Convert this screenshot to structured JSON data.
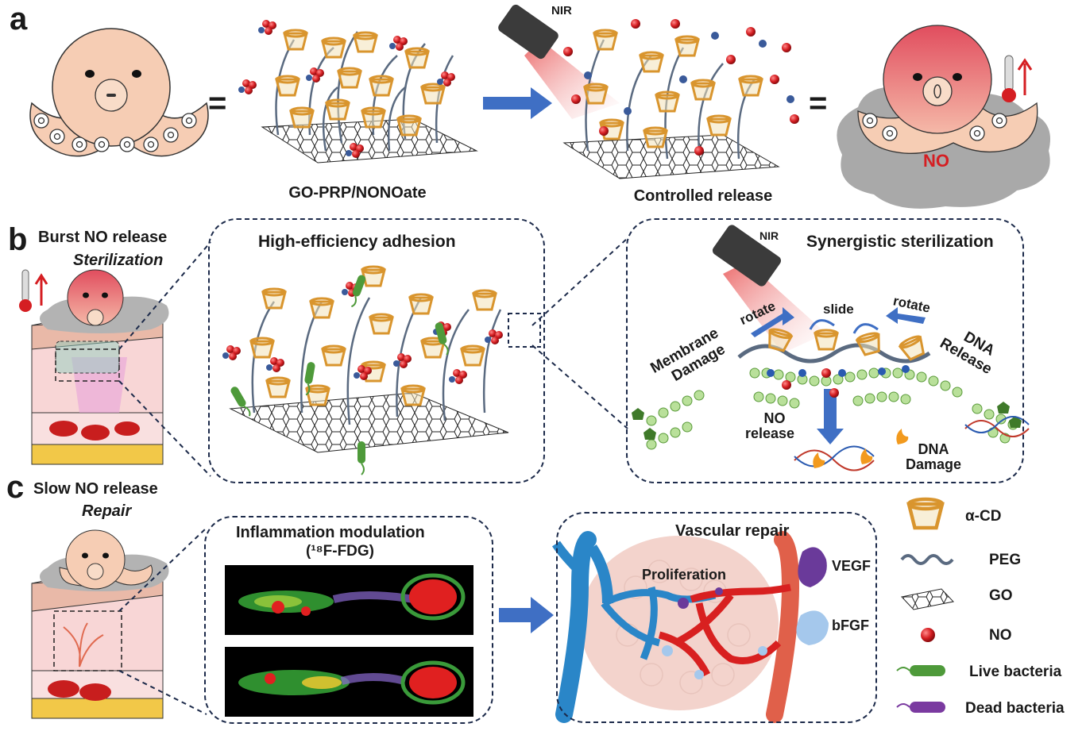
{
  "panels": {
    "a": {
      "letter": "a",
      "equals_1": "=",
      "equals_2": "=",
      "caption_left": "GO-PRP/NONOate",
      "caption_right": "Controlled release",
      "nir_label": "NIR",
      "no_label": "NO"
    },
    "b": {
      "letter": "b",
      "title_line1": "Burst NO release",
      "title_line2": "Sterilization",
      "box_left_title": "High-efficiency adhesion",
      "box_right_title": "Synergistic sterilization",
      "nir_label": "NIR",
      "rotate_left": "rotate",
      "slide": "slide",
      "rotate_right": "rotate",
      "membrane_damage_1": "Membrane",
      "membrane_damage_2": "Damage",
      "dna_release_1": "DNA",
      "dna_release_2": "Release",
      "no_release_1": "NO",
      "no_release_2": "release",
      "dna_damage_1": "DNA",
      "dna_damage_2": "Damage"
    },
    "c": {
      "letter": "c",
      "title_line1": "Slow NO release",
      "title_line2": "Repair",
      "box_left_title_1": "Inflammation modulation",
      "box_left_title_2": "(¹⁸F-FDG)",
      "box_right_title": "Vascular repair",
      "proliferation": "Proliferation",
      "vegf": "VEGF",
      "bfgf": "bFGF"
    }
  },
  "legend": {
    "items": [
      {
        "icon": "alpha-cd-icon",
        "label": "α-CD"
      },
      {
        "icon": "peg-icon",
        "label": "PEG"
      },
      {
        "icon": "go-icon",
        "label": "GO"
      },
      {
        "icon": "no-icon",
        "label": "NO"
      },
      {
        "icon": "live-bacteria-icon",
        "label": "Live bacteria"
      },
      {
        "icon": "dead-bacteria-icon",
        "label": "Dead bacteria"
      }
    ]
  },
  "colors": {
    "skin": "#f6cdb4",
    "cd_gold": "#d9952e",
    "no_red": "#d51e22",
    "arrow_blue": "#3f6fc4",
    "dash": "#1c2a4a"
  }
}
